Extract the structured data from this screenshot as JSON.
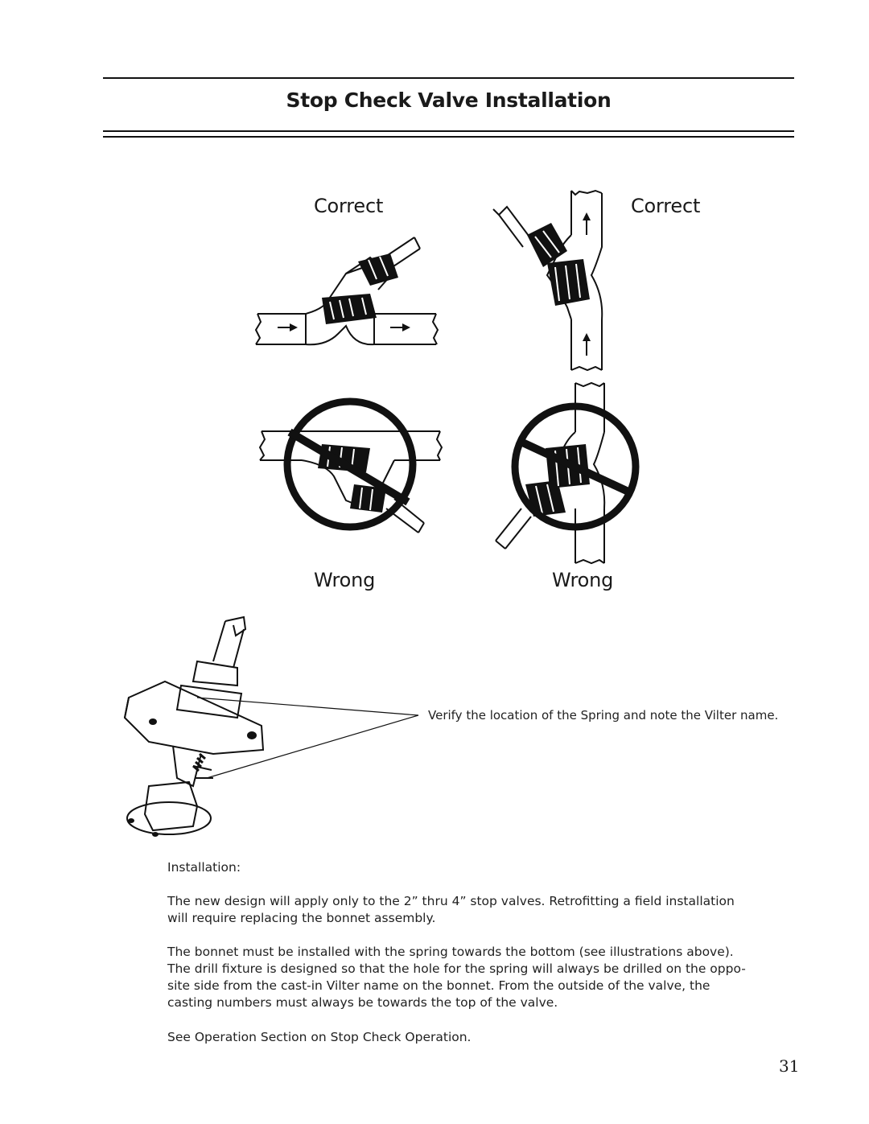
{
  "header": {
    "title": "Stop Check Valve Installation"
  },
  "figures": {
    "labels": {
      "top_left": "Correct",
      "top_right": "Correct",
      "bottom_left": "Wrong",
      "bottom_right": "Wrong"
    },
    "callout": "Verify the location of the Spring and note the Vilter name."
  },
  "content": {
    "heading": "Installation:",
    "paragraphs": [
      "The new design will apply only to the 2” thru 4” stop valves. Retrofitting a field installation will require replacing the bonnet assembly.",
      "The bonnet must be installed with the spring towards the bottom (see  illustrations above). The drill fixture is designed so that the hole for the spring will always be drilled on the oppo-site side from the cast-in Vilter name on the bonnet. From the outside of the valve, the casting numbers must always be towards the top of the valve.",
      "See Operation Section on Stop Check Operation."
    ]
  },
  "footer": {
    "page_number": "31"
  }
}
